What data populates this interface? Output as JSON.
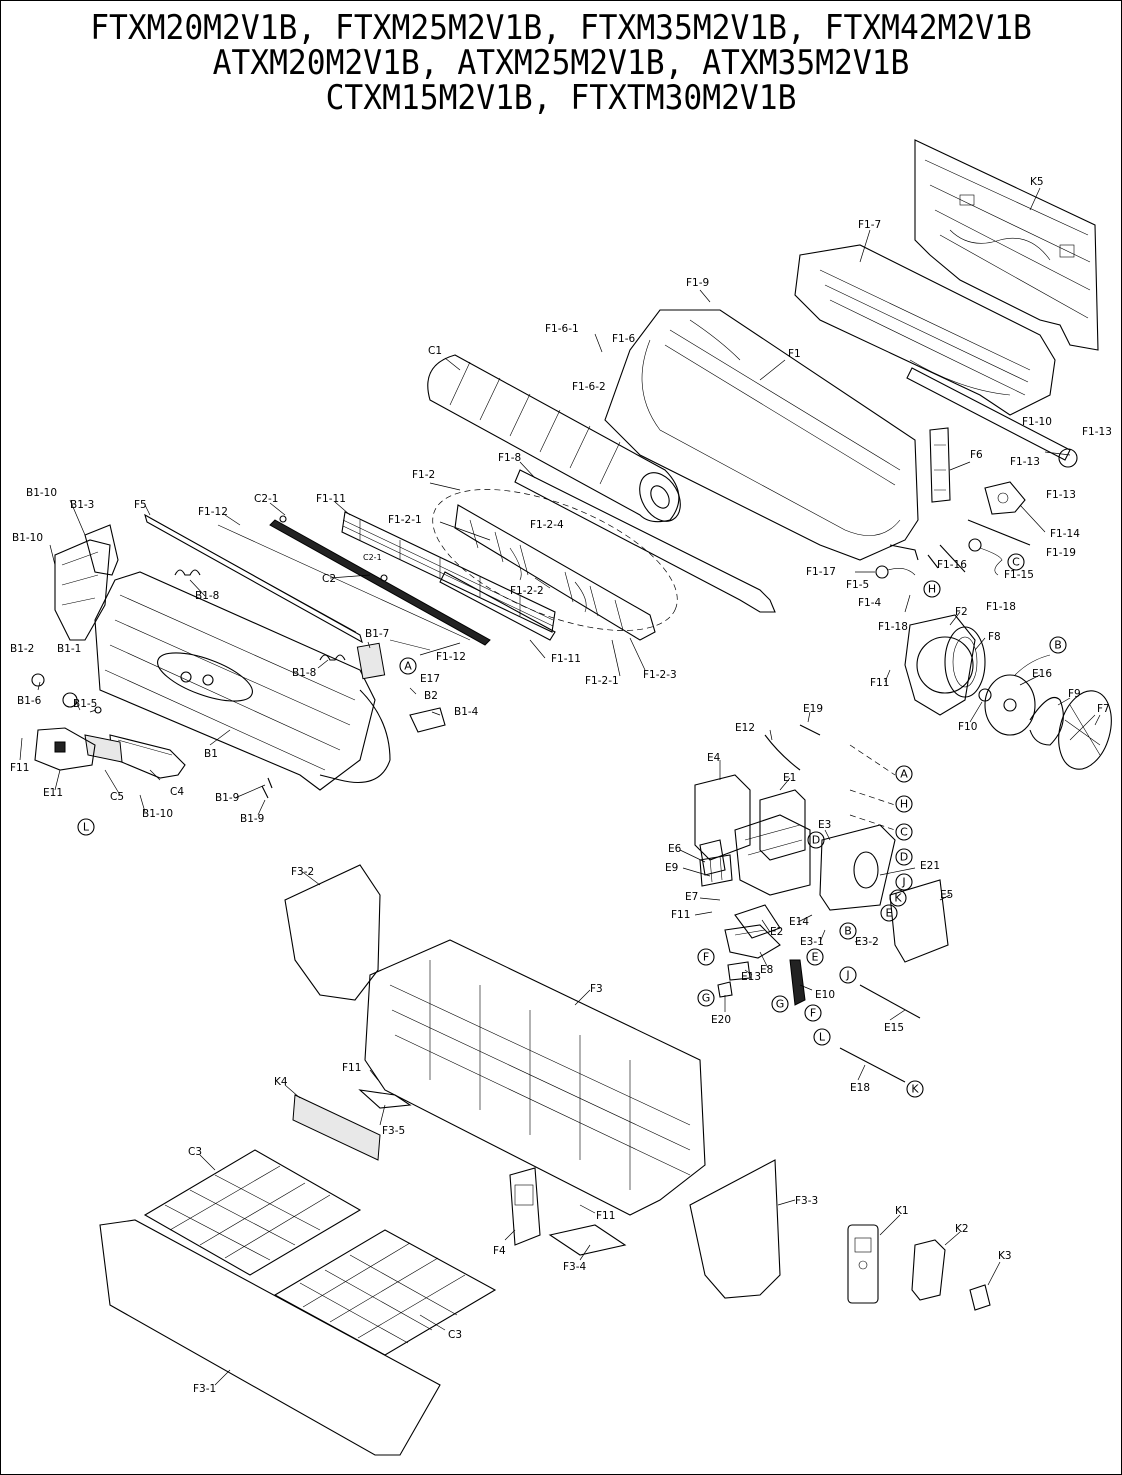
{
  "title": {
    "line1": "FTXM20M2V1B, FTXM25M2V1B, FTXM35M2V1B, FTXM42M2V1B",
    "line2": "ATXM20M2V1B, ATXM25M2V1B, ATXM35M2V1B",
    "line3": "CTXM15M2V1B, FTXTM30M2V1B"
  },
  "parts": [
    "K5",
    "F1-7",
    "F1-9",
    "F1-6-1",
    "F1-6",
    "F1-6-2",
    "F1",
    "C1",
    "F1-10",
    "F1-13",
    "F1-13",
    "F1-13",
    "F6",
    "F1-14",
    "F1-19",
    "F1-8",
    "F1-2",
    "F1-2-1",
    "F1-2-4",
    "F1-2-2",
    "F1-2-1",
    "F1-2-3",
    "F1-11",
    "F1-11",
    "C2-1",
    "C2-1",
    "C2",
    "F1-12",
    "F1-12",
    "F5",
    "B1-10",
    "B1-3",
    "B1-10",
    "B1-8",
    "B1-8",
    "B1-7",
    "B1-2",
    "B1-1",
    "B1-6",
    "B1-5",
    "B1",
    "B1-9",
    "B1-9",
    "B1-10",
    "C4",
    "C5",
    "E11",
    "F11",
    "E17",
    "B2",
    "B1-4",
    "F1-17",
    "F1-5",
    "F1-4",
    "F1-16",
    "F1-15",
    "F1-18",
    "F1-18",
    "F2",
    "F8",
    "E16",
    "F9",
    "F7",
    "F10",
    "F11",
    "E12",
    "E19",
    "E4",
    "E1",
    "E6",
    "E9",
    "E7",
    "F11",
    "E2",
    "E8",
    "E3",
    "E21",
    "E5",
    "E14",
    "E3-1",
    "E3-2",
    "E13",
    "E20",
    "E10",
    "E15",
    "E18",
    "F3-2",
    "F3",
    "F11",
    "F3-5",
    "K4",
    "C3",
    "C3",
    "F3-1",
    "F4",
    "F11",
    "F3-4",
    "F3-3",
    "K1",
    "K2",
    "K3"
  ],
  "refs": [
    "A",
    "B",
    "C",
    "D",
    "E",
    "F",
    "G",
    "H",
    "J",
    "K",
    "L"
  ]
}
